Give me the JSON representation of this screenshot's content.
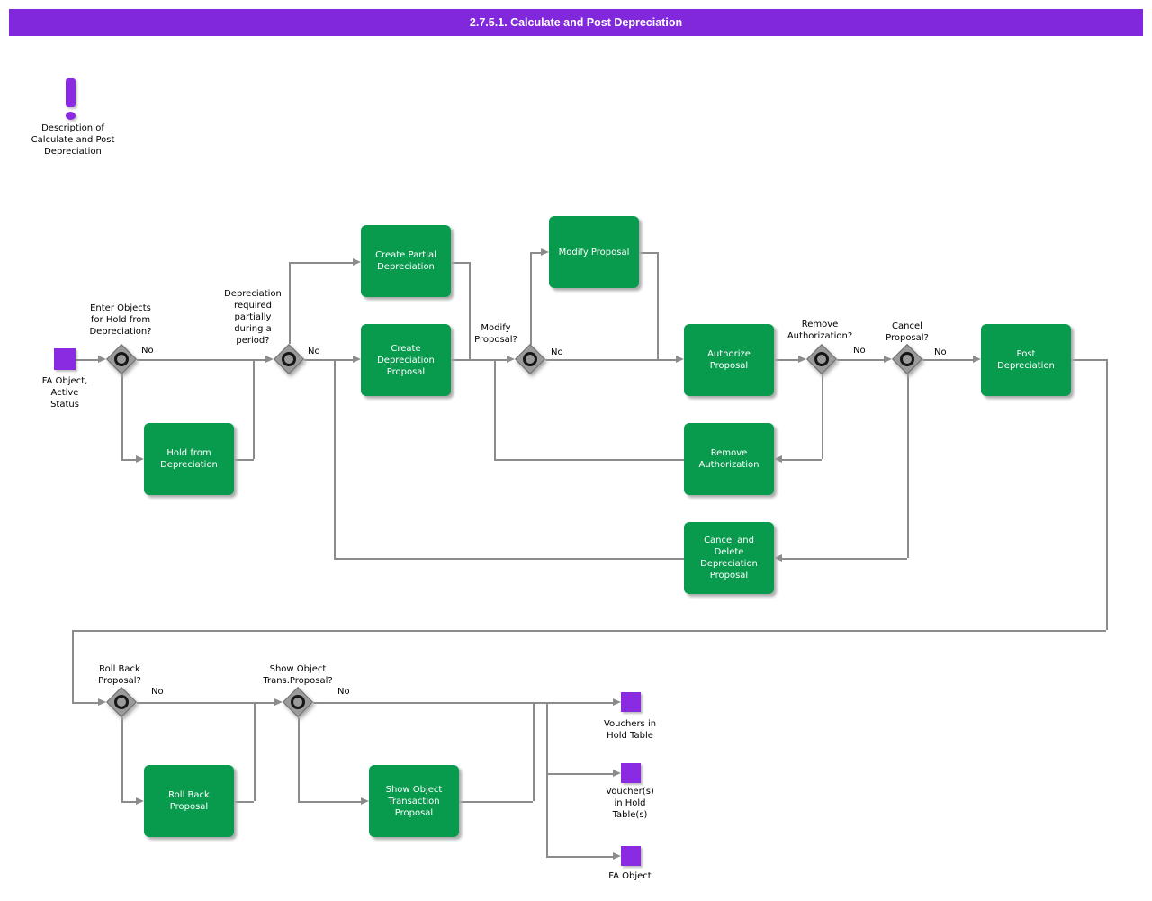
{
  "window": {
    "title": "2.7.5.1. Calculate and Post Depreciation"
  },
  "note": {
    "label": "Description of\nCalculate and Post\nDepreciation"
  },
  "tasks": {
    "hold": {
      "label": "Hold from\nDepreciation"
    },
    "create_partial": {
      "label": "Create Partial\nDepreciation"
    },
    "create_proposal": {
      "label": "Create\nDepreciation\nProposal"
    },
    "modify_proposal": {
      "label": "Modify Proposal"
    },
    "authorize_proposal": {
      "label": "Authorize\nProposal"
    },
    "remove_authorization": {
      "label": "Remove\nAuthorization"
    },
    "cancel_delete_proposal": {
      "label": "Cancel and\nDelete\nDepreciation\nProposal"
    },
    "post_depreciation": {
      "label": "Post\nDepreciation"
    },
    "roll_back_proposal": {
      "label": "Roll Back\nProposal"
    },
    "show_object_transaction_proposal": {
      "label": "Show Object\nTransaction\nProposal"
    }
  },
  "decisions": {
    "enter_objects": {
      "question": "Enter Objects\nfor Hold from\nDepreciation?",
      "no": "No"
    },
    "depreciation_required": {
      "question": "Depreciation\nrequired\npartially\nduring a\nperiod?",
      "no": "No"
    },
    "modify": {
      "question": "Modify\nProposal?",
      "no": "No"
    },
    "remove_authorization": {
      "question": "Remove\nAuthorization?",
      "no": "No"
    },
    "cancel_proposal": {
      "question": "Cancel\nProposal?",
      "no": "No"
    },
    "roll_back": {
      "question": "Roll Back\nProposal?",
      "no": "No"
    },
    "show_object": {
      "question": "Show Object\nTrans.Proposal?",
      "no": "No"
    }
  },
  "events": {
    "fa_object_active": {
      "label": "FA Object,\nActive\nStatus"
    },
    "vouchers_in_hold_table": {
      "label": "Vouchers in\nHold Table"
    },
    "vouchers_in_hold_tables": {
      "label": "Voucher(s)\nin Hold\nTable(s)"
    },
    "fa_object": {
      "label": "FA Object"
    }
  },
  "colors": {
    "title_bar": "#8128DC",
    "task_green": "#089A4D",
    "event_purple": "#8A2BE2",
    "connector_gray": "#8C8C8C"
  }
}
